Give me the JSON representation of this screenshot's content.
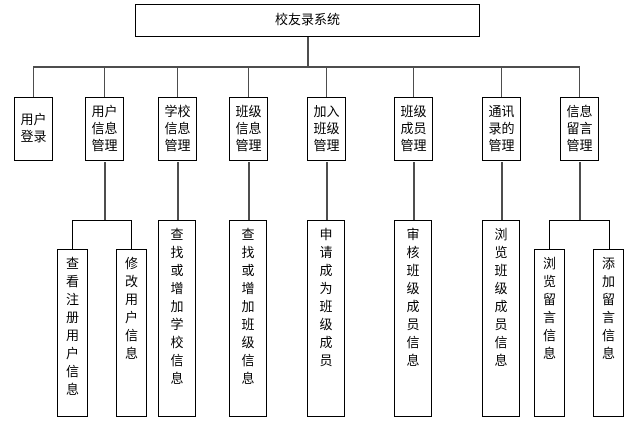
{
  "diagram": {
    "type": "tree-hierarchy",
    "title": "校友录系统",
    "root": {
      "label": "校友录系统"
    },
    "level2": [
      {
        "label": "用户登录"
      },
      {
        "label": "用户信息管理"
      },
      {
        "label": "学校信息管理"
      },
      {
        "label": "班级信息管理"
      },
      {
        "label": "加入班级管理"
      },
      {
        "label": "班级成员管理"
      },
      {
        "label": "通讯录的管理"
      },
      {
        "label": "信息留言管理"
      }
    ],
    "level3": [
      {
        "label": "查看注册用户信息",
        "parent": "用户信息管理"
      },
      {
        "label": "修改用户信息",
        "parent": "用户信息管理"
      },
      {
        "label": "查找或增加学校信息",
        "parent": "学校信息管理"
      },
      {
        "label": "查找或增加班级信息",
        "parent": "班级信息管理"
      },
      {
        "label": "申请成为班级成员",
        "parent": "加入班级管理"
      },
      {
        "label": "审核班级成员信息",
        "parent": "班级成员管理"
      },
      {
        "label": "浏览班级成员信息",
        "parent": "通讯录的管理"
      },
      {
        "label": "浏览留言信息",
        "parent": "信息留言管理"
      },
      {
        "label": "添加留言信息",
        "parent": "信息留言管理"
      }
    ]
  }
}
